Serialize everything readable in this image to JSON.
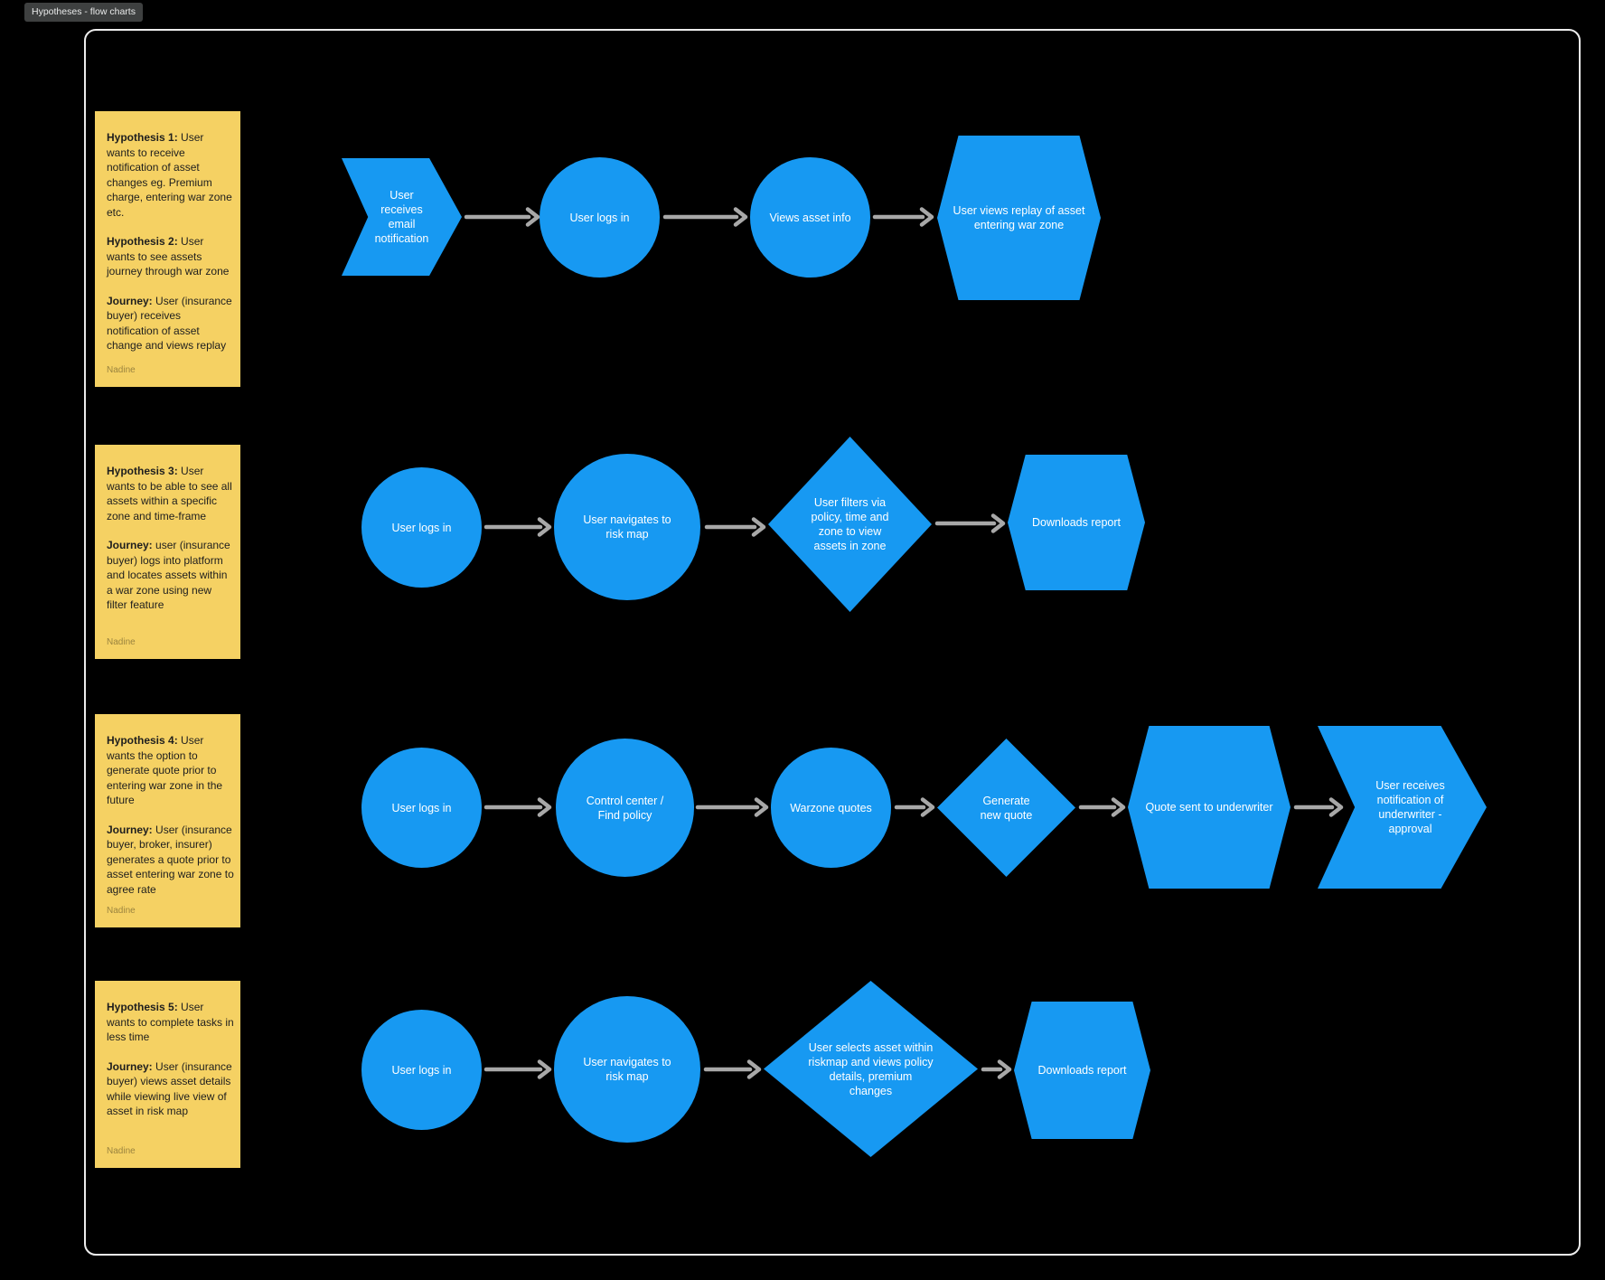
{
  "page": {
    "title": "Hypotheses - flow charts"
  },
  "colors": {
    "background": "#000000",
    "shape_blue": "#1799f2",
    "sticky_yellow": "#f5d163",
    "connector_gray": "#a8a8a8",
    "frame_border": "#ededed",
    "shape_text": "#ffffff",
    "sticky_text": "#1e1e1e"
  },
  "stickies": [
    {
      "paragraphs": [
        {
          "label": "Hypothesis 1:",
          "text": " User wants to receive notification of asset changes eg. Premium charge, entering war zone  etc."
        },
        {
          "label": "Hypothesis 2:",
          "text": " User wants to see assets journey through war zone"
        },
        {
          "label": "Journey:",
          "text": " User (insurance buyer) receives notification of asset change and views replay"
        }
      ],
      "author": "Nadine"
    },
    {
      "paragraphs": [
        {
          "label": "Hypothesis 3:",
          "text": " User wants to be able to see all assets within a specific zone and time-frame"
        },
        {
          "label": "Journey:",
          "text": " user (insurance buyer) logs into platform and locates assets within a war zone using new filter feature"
        }
      ],
      "author": "Nadine"
    },
    {
      "paragraphs": [
        {
          "label": "Hypothesis 4:",
          "text": " User wants the option to generate quote prior to entering war zone in the future"
        },
        {
          "label": "Journey:",
          "text": " User (insurance buyer,  broker, insurer) generates a quote prior to asset entering war zone to agree rate"
        }
      ],
      "author": "Nadine"
    },
    {
      "paragraphs": [
        {
          "label": "Hypothesis 5:",
          "text": " User wants to complete tasks in less time"
        },
        {
          "label": "Journey:",
          "text": " User (insurance buyer) views asset details while viewing live view of asset in risk map"
        }
      ],
      "author": "Nadine"
    }
  ],
  "flows": [
    {
      "nodes": [
        {
          "type": "chevron",
          "label": "User receives email notification"
        },
        {
          "type": "circle",
          "label": "User logs in"
        },
        {
          "type": "circle",
          "label": "Views asset info"
        },
        {
          "type": "hexagon",
          "label": "User views replay of asset entering war zone"
        }
      ]
    },
    {
      "nodes": [
        {
          "type": "circle",
          "label": "User logs in"
        },
        {
          "type": "circle",
          "label": "User navigates to risk map"
        },
        {
          "type": "diamond",
          "label": "User filters via policy, time and zone to view assets in zone"
        },
        {
          "type": "hexagon",
          "label": "Downloads report"
        }
      ]
    },
    {
      "nodes": [
        {
          "type": "circle",
          "label": "User logs in"
        },
        {
          "type": "circle",
          "label": "Control center / Find policy"
        },
        {
          "type": "circle",
          "label": "Warzone quotes"
        },
        {
          "type": "diamond",
          "label": "Generate new quote"
        },
        {
          "type": "hexagon",
          "label": "Quote sent to underwriter"
        },
        {
          "type": "chevron",
          "label": "User receives notification of underwriter - approval"
        }
      ]
    },
    {
      "nodes": [
        {
          "type": "circle",
          "label": "User logs in"
        },
        {
          "type": "circle",
          "label": "User navigates to risk map"
        },
        {
          "type": "diamond",
          "label": "User selects asset within riskmap and views policy details, premium changes"
        },
        {
          "type": "hexagon",
          "label": "Downloads report"
        }
      ]
    }
  ]
}
